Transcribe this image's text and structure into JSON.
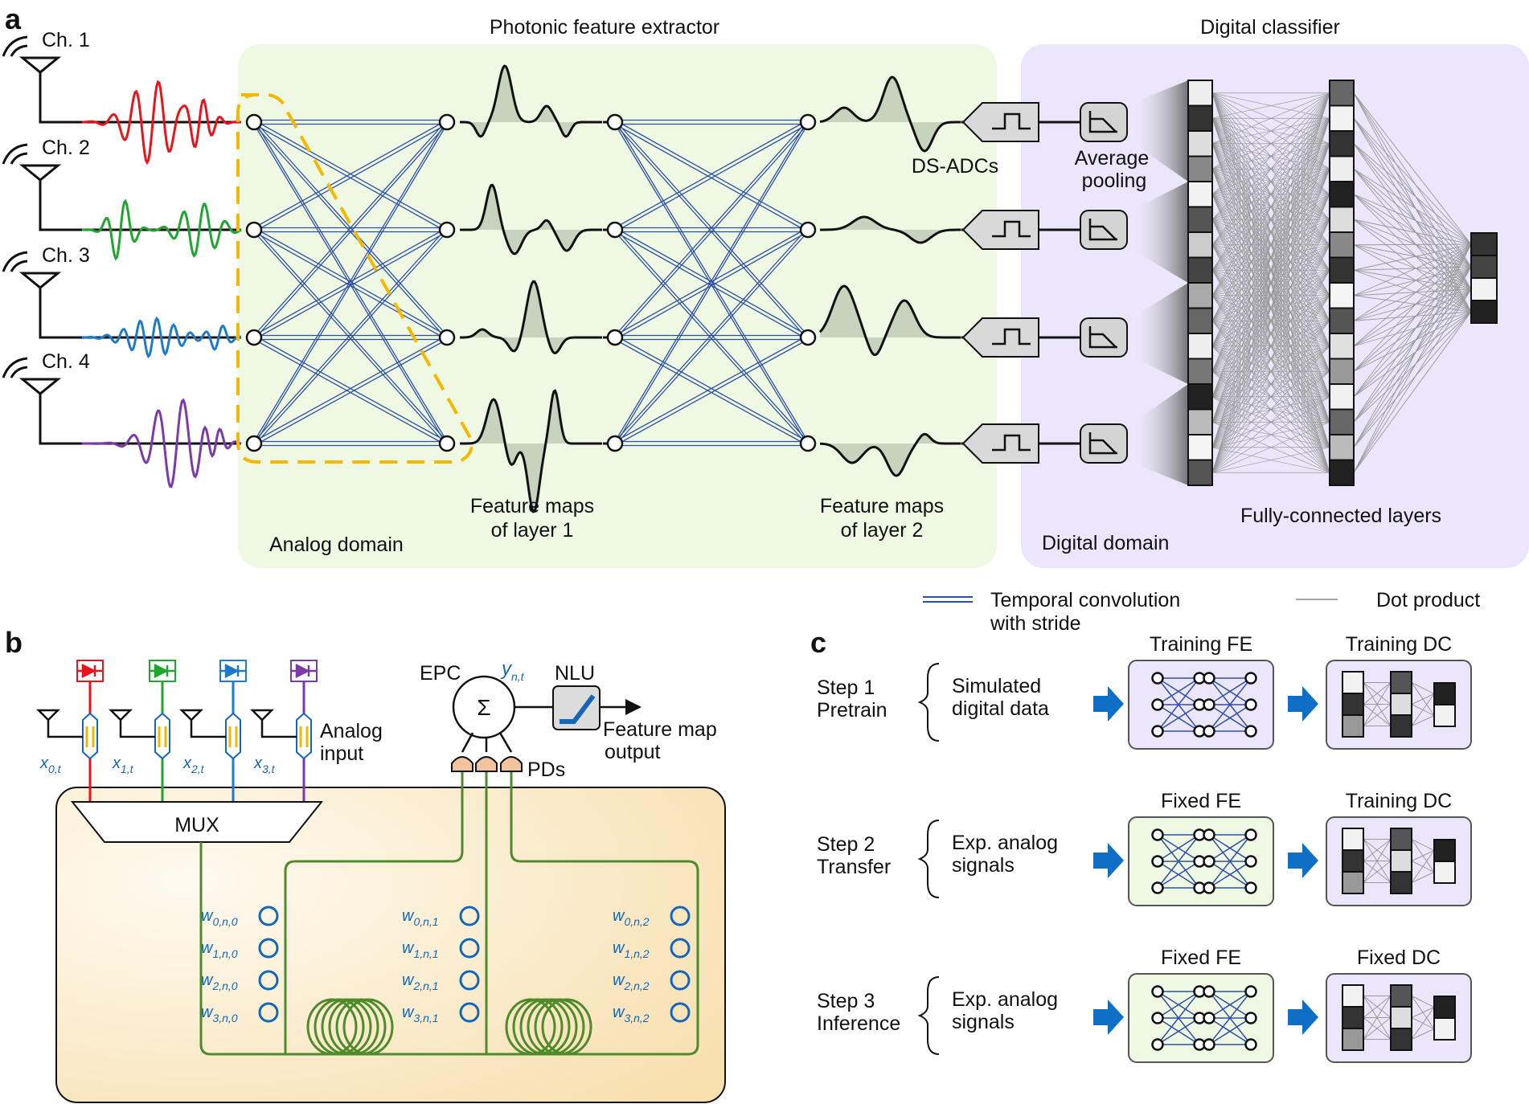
{
  "panels": {
    "a": {
      "letter": "a",
      "title_fe": "Photonic feature extractor",
      "title_dc": "Digital classifier",
      "channels": [
        "Ch. 1",
        "Ch. 2",
        "Ch. 3",
        "Ch. 4"
      ],
      "channel_colors": [
        "#e8141c",
        "#1ea62e",
        "#1f7ac9",
        "#7b3aa8"
      ],
      "label_analog_domain": "Analog domain",
      "label_digital_domain": "Digital domain",
      "label_fm1_line1": "Feature maps",
      "label_fm1_line2": "of layer 1",
      "label_fm2_line1": "Feature maps",
      "label_fm2_line2": "of layer 2",
      "label_adc": "DS-ADCs",
      "label_pool_line1": "Average",
      "label_pool_line2": "pooling",
      "label_fc": "Fully-connected layers",
      "legend_conv_line1": "Temporal convolution",
      "legend_conv_line2": "with stride",
      "legend_dot": "Dot product",
      "colors": {
        "fe_bg": "#eef8e2",
        "dc_bg": "#ebe6fb",
        "conv_line": "#2e4fa6",
        "dashed": "#f5b800"
      }
    },
    "b": {
      "letter": "b",
      "inputs": [
        {
          "main": "x",
          "sub": "0,t"
        },
        {
          "main": "x",
          "sub": "1,t"
        },
        {
          "main": "x",
          "sub": "2,t"
        },
        {
          "main": "x",
          "sub": "3,t"
        }
      ],
      "label_analog_line1": "Analog",
      "label_analog_line2": "input",
      "label_mux": "MUX",
      "label_epc": "EPC",
      "label_sum": "Σ",
      "label_y_main": "y",
      "label_y_sub": "n,t",
      "label_nlu": "NLU",
      "label_out_line1": "Feature map",
      "label_out_line2": "output",
      "label_pds": "PDs",
      "weights": [
        [
          {
            "main": "w",
            "sub": "0,n,0"
          },
          {
            "main": "w",
            "sub": "1,n,0"
          },
          {
            "main": "w",
            "sub": "2,n,0"
          },
          {
            "main": "w",
            "sub": "3,n,0"
          }
        ],
        [
          {
            "main": "w",
            "sub": "0,n,1"
          },
          {
            "main": "w",
            "sub": "1,n,1"
          },
          {
            "main": "w",
            "sub": "2,n,1"
          },
          {
            "main": "w",
            "sub": "3,n,1"
          }
        ],
        [
          {
            "main": "w",
            "sub": "0,n,2"
          },
          {
            "main": "w",
            "sub": "1,n,2"
          },
          {
            "main": "w",
            "sub": "2,n,2"
          },
          {
            "main": "w",
            "sub": "3,n,2"
          }
        ]
      ],
      "colors": {
        "chip_bg": "#fbeac4",
        "waveguide": "#4f8a2b",
        "ring": "#1466b8",
        "pd": "#f2c3a0"
      }
    },
    "c": {
      "letter": "c",
      "steps": [
        {
          "step": "Step 1",
          "name": "Pretrain",
          "data_line1": "Simulated",
          "data_line2": "digital data",
          "fe_title": "Training FE",
          "dc_title": "Training DC",
          "fe_bg": "#ebe6fb"
        },
        {
          "step": "Step 2",
          "name": "Transfer",
          "data_line1": "Exp. analog",
          "data_line2": "signals",
          "fe_title": "Fixed FE",
          "dc_title": "Training DC",
          "fe_bg": "#eef8e2"
        },
        {
          "step": "Step 3",
          "name": "Inference",
          "data_line1": "Exp. analog",
          "data_line2": "signals",
          "fe_title": "Fixed FE",
          "dc_title": "Fixed DC",
          "fe_bg": "#eef8e2"
        }
      ],
      "colors": {
        "arrow": "#0f6fc6",
        "dc_bg": "#ebe6fb"
      }
    }
  }
}
